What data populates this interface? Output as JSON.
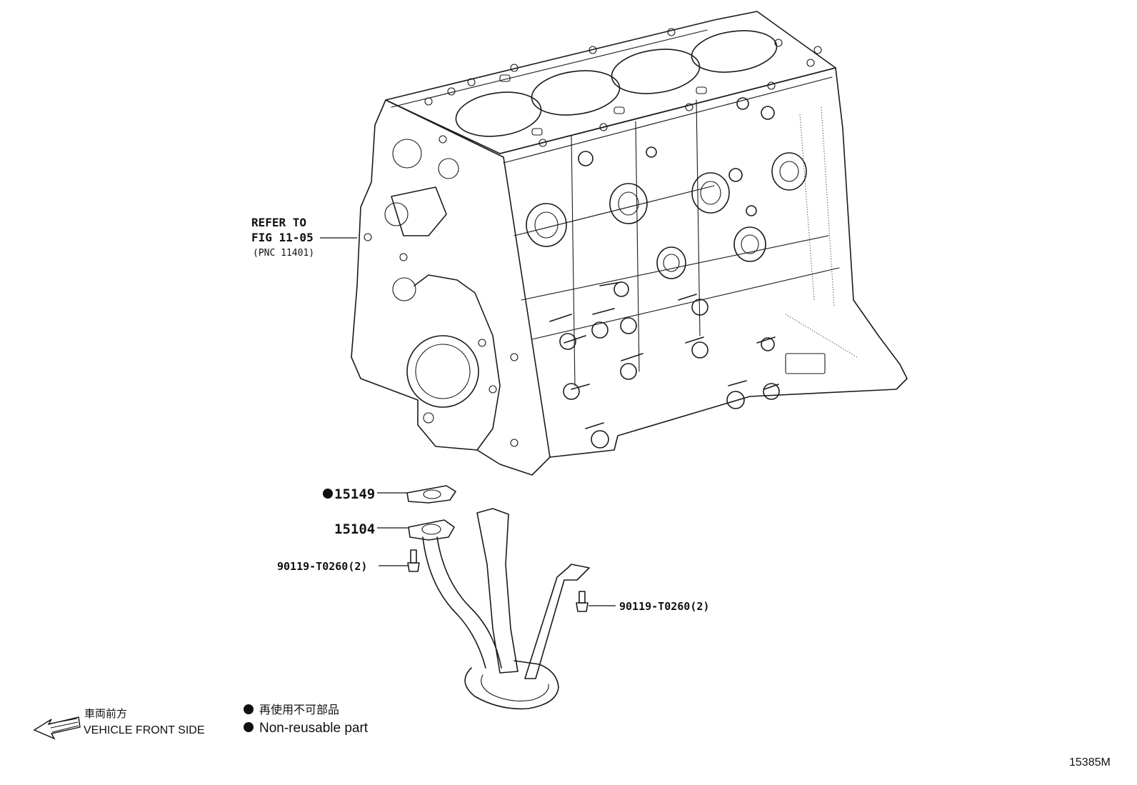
{
  "callouts": {
    "refer": {
      "line1": "REFER TO",
      "line2": "FIG 11-05",
      "line3": "(PNC 11401)"
    },
    "gasket_nonreusable": {
      "part_no": "15149",
      "non_reusable": true
    },
    "gasket": {
      "part_no": "15104"
    },
    "bolt_left": {
      "part_no": "90119-T0260(2)"
    },
    "bolt_right": {
      "part_no": "90119-T0260(2)"
    }
  },
  "legend": {
    "front_jp": "車両前方",
    "front_en": "VEHICLE FRONT SIDE",
    "nonreusable_jp": "再使用不可部品",
    "nonreusable_en": "Non-reusable part"
  },
  "diagram_id": "15385M",
  "icons": [
    "front-arrow-icon",
    "non-reusable-dot-icon"
  ]
}
